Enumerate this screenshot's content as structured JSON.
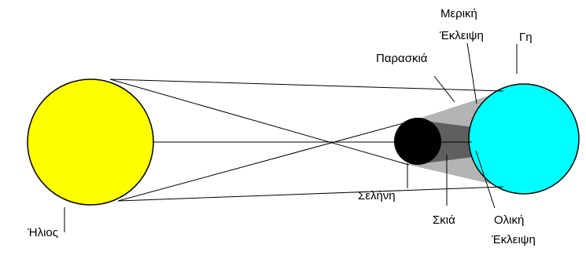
{
  "bodies": {
    "sun": {
      "label": "Ήλιος",
      "color": "#ffff00"
    },
    "earth": {
      "label": "Γη",
      "color": "#00ffff"
    },
    "moon": {
      "label": "Σελήνη",
      "color": "#000000"
    }
  },
  "regions": {
    "penumbra": {
      "label": "Παρασκιά",
      "color": "#b4b4b4"
    },
    "umbra": {
      "label": "Σκιά",
      "color": "#5f5f5f"
    },
    "partial_eclipse": {
      "line1": "Μερική",
      "line2": "Έκλειψη"
    },
    "total_eclipse": {
      "line1": "Ολική",
      "line2": "Έκλειψη"
    }
  }
}
